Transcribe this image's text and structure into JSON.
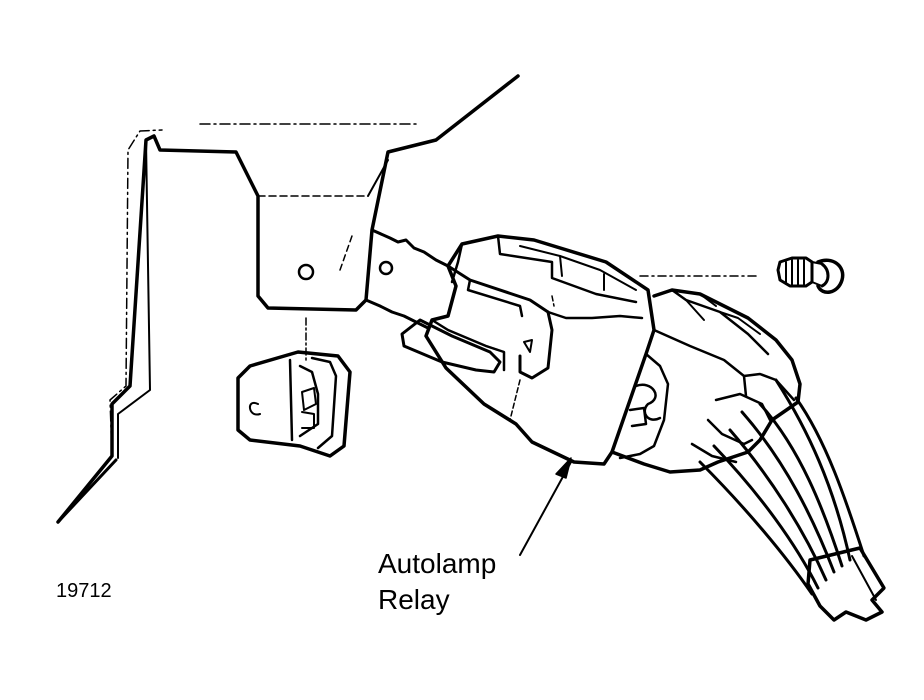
{
  "figure": {
    "number": "19712",
    "callout": {
      "line1": "Autolamp",
      "line2": "Relay"
    }
  },
  "colors": {
    "ink": "#000000",
    "paper": "#ffffff"
  }
}
